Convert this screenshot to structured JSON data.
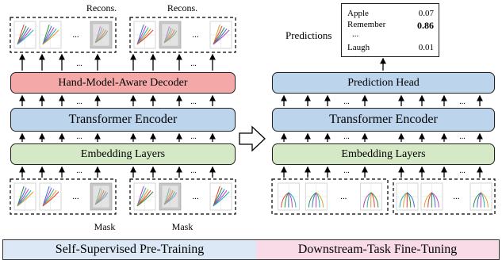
{
  "left": {
    "recons_labels": [
      "Recons.",
      "Recons."
    ],
    "decoder_label": "Hand-Model-Aware Decoder",
    "encoder_label": "Transformer Encoder",
    "embedding_label": "Embedding Layers",
    "mask_labels": [
      "Mask",
      "Mask"
    ],
    "ellipsis": "..."
  },
  "right": {
    "predictions_label": "Predictions",
    "predictions": [
      {
        "word": "Apple",
        "score": "0.07",
        "bold": false
      },
      {
        "word": "Remember",
        "score": "0.86",
        "bold": true
      },
      {
        "word": "...",
        "score": "",
        "bold": false
      },
      {
        "word": "Laugh",
        "score": "0.01",
        "bold": false
      }
    ],
    "head_label": "Prediction Head",
    "encoder_label": "Transformer Encoder",
    "embedding_label": "Embedding Layers",
    "ellipsis": "..."
  },
  "banners": {
    "pretraining": "Self-Supervised Pre-Training",
    "finetuning": "Downstream-Task Fine-Tuning"
  },
  "colors": {
    "decoder": "#f4a9a8",
    "encoder": "#bcd4ec",
    "embedding": "#d6e9c6",
    "pretraining_banner": "#dce8f5",
    "finetuning_banner": "#f9dbe8",
    "mask_patch": "#c8c8c8"
  },
  "icons": [
    "hand-pose-sketch-icon",
    "masked-patch-icon",
    "transfer-arrow-icon"
  ]
}
